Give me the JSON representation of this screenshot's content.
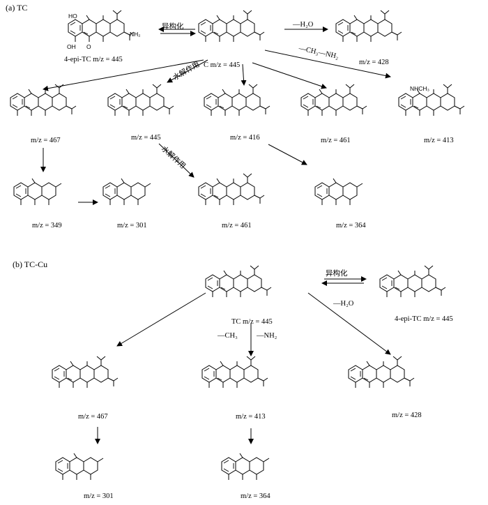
{
  "panel_a": {
    "title": "(a) TC",
    "compounds": {
      "epi_tc": {
        "name": "4-epi-TC",
        "mz": "m/z = 445"
      },
      "tc_center": {
        "name": "C",
        "mz": "m/z = 445"
      },
      "p428": {
        "mz": "m/z = 428"
      },
      "p467": {
        "mz": "m/z = 467"
      },
      "p445b": {
        "mz": "m/z = 445"
      },
      "p416": {
        "mz": "m/z = 416"
      },
      "p461a": {
        "mz": "m/z = 461"
      },
      "p413": {
        "mz": "m/z = 413"
      },
      "p349": {
        "mz": "m/z = 349"
      },
      "p301": {
        "mz": "m/z = 301"
      },
      "p461b": {
        "mz": "m/z = 461"
      },
      "p364": {
        "mz": "m/z = 364"
      }
    },
    "arrows": {
      "isomer": "异构化",
      "water_loss": "—H₂O",
      "methylamine_loss": "—CH₃—NH₂",
      "hydrolysis_1": "水解作用",
      "hydrolysis_2": "水解作用"
    }
  },
  "panel_b": {
    "title": "(b) TC-Cu",
    "compounds": {
      "tc": {
        "name": "TC",
        "mz": "m/z = 445"
      },
      "epi_tc": {
        "name": "4-epi-TC",
        "mz": "m/z = 445"
      },
      "p467": {
        "mz": "m/z = 467"
      },
      "p413": {
        "mz": "m/z = 413"
      },
      "p428": {
        "mz": "m/z = 428"
      },
      "p301": {
        "mz": "m/z = 301"
      },
      "p364": {
        "mz": "m/z = 364"
      }
    },
    "arrows": {
      "isomer": "异构化",
      "water_loss": "—H₂O",
      "methyl_loss": "—CH₃",
      "amine_loss": "—NH₂"
    }
  },
  "atom_labels": {
    "oh": "OH",
    "ho": "HO",
    "o": "O",
    "nh2": "NH₂",
    "nhch3": "NHCH₃"
  }
}
